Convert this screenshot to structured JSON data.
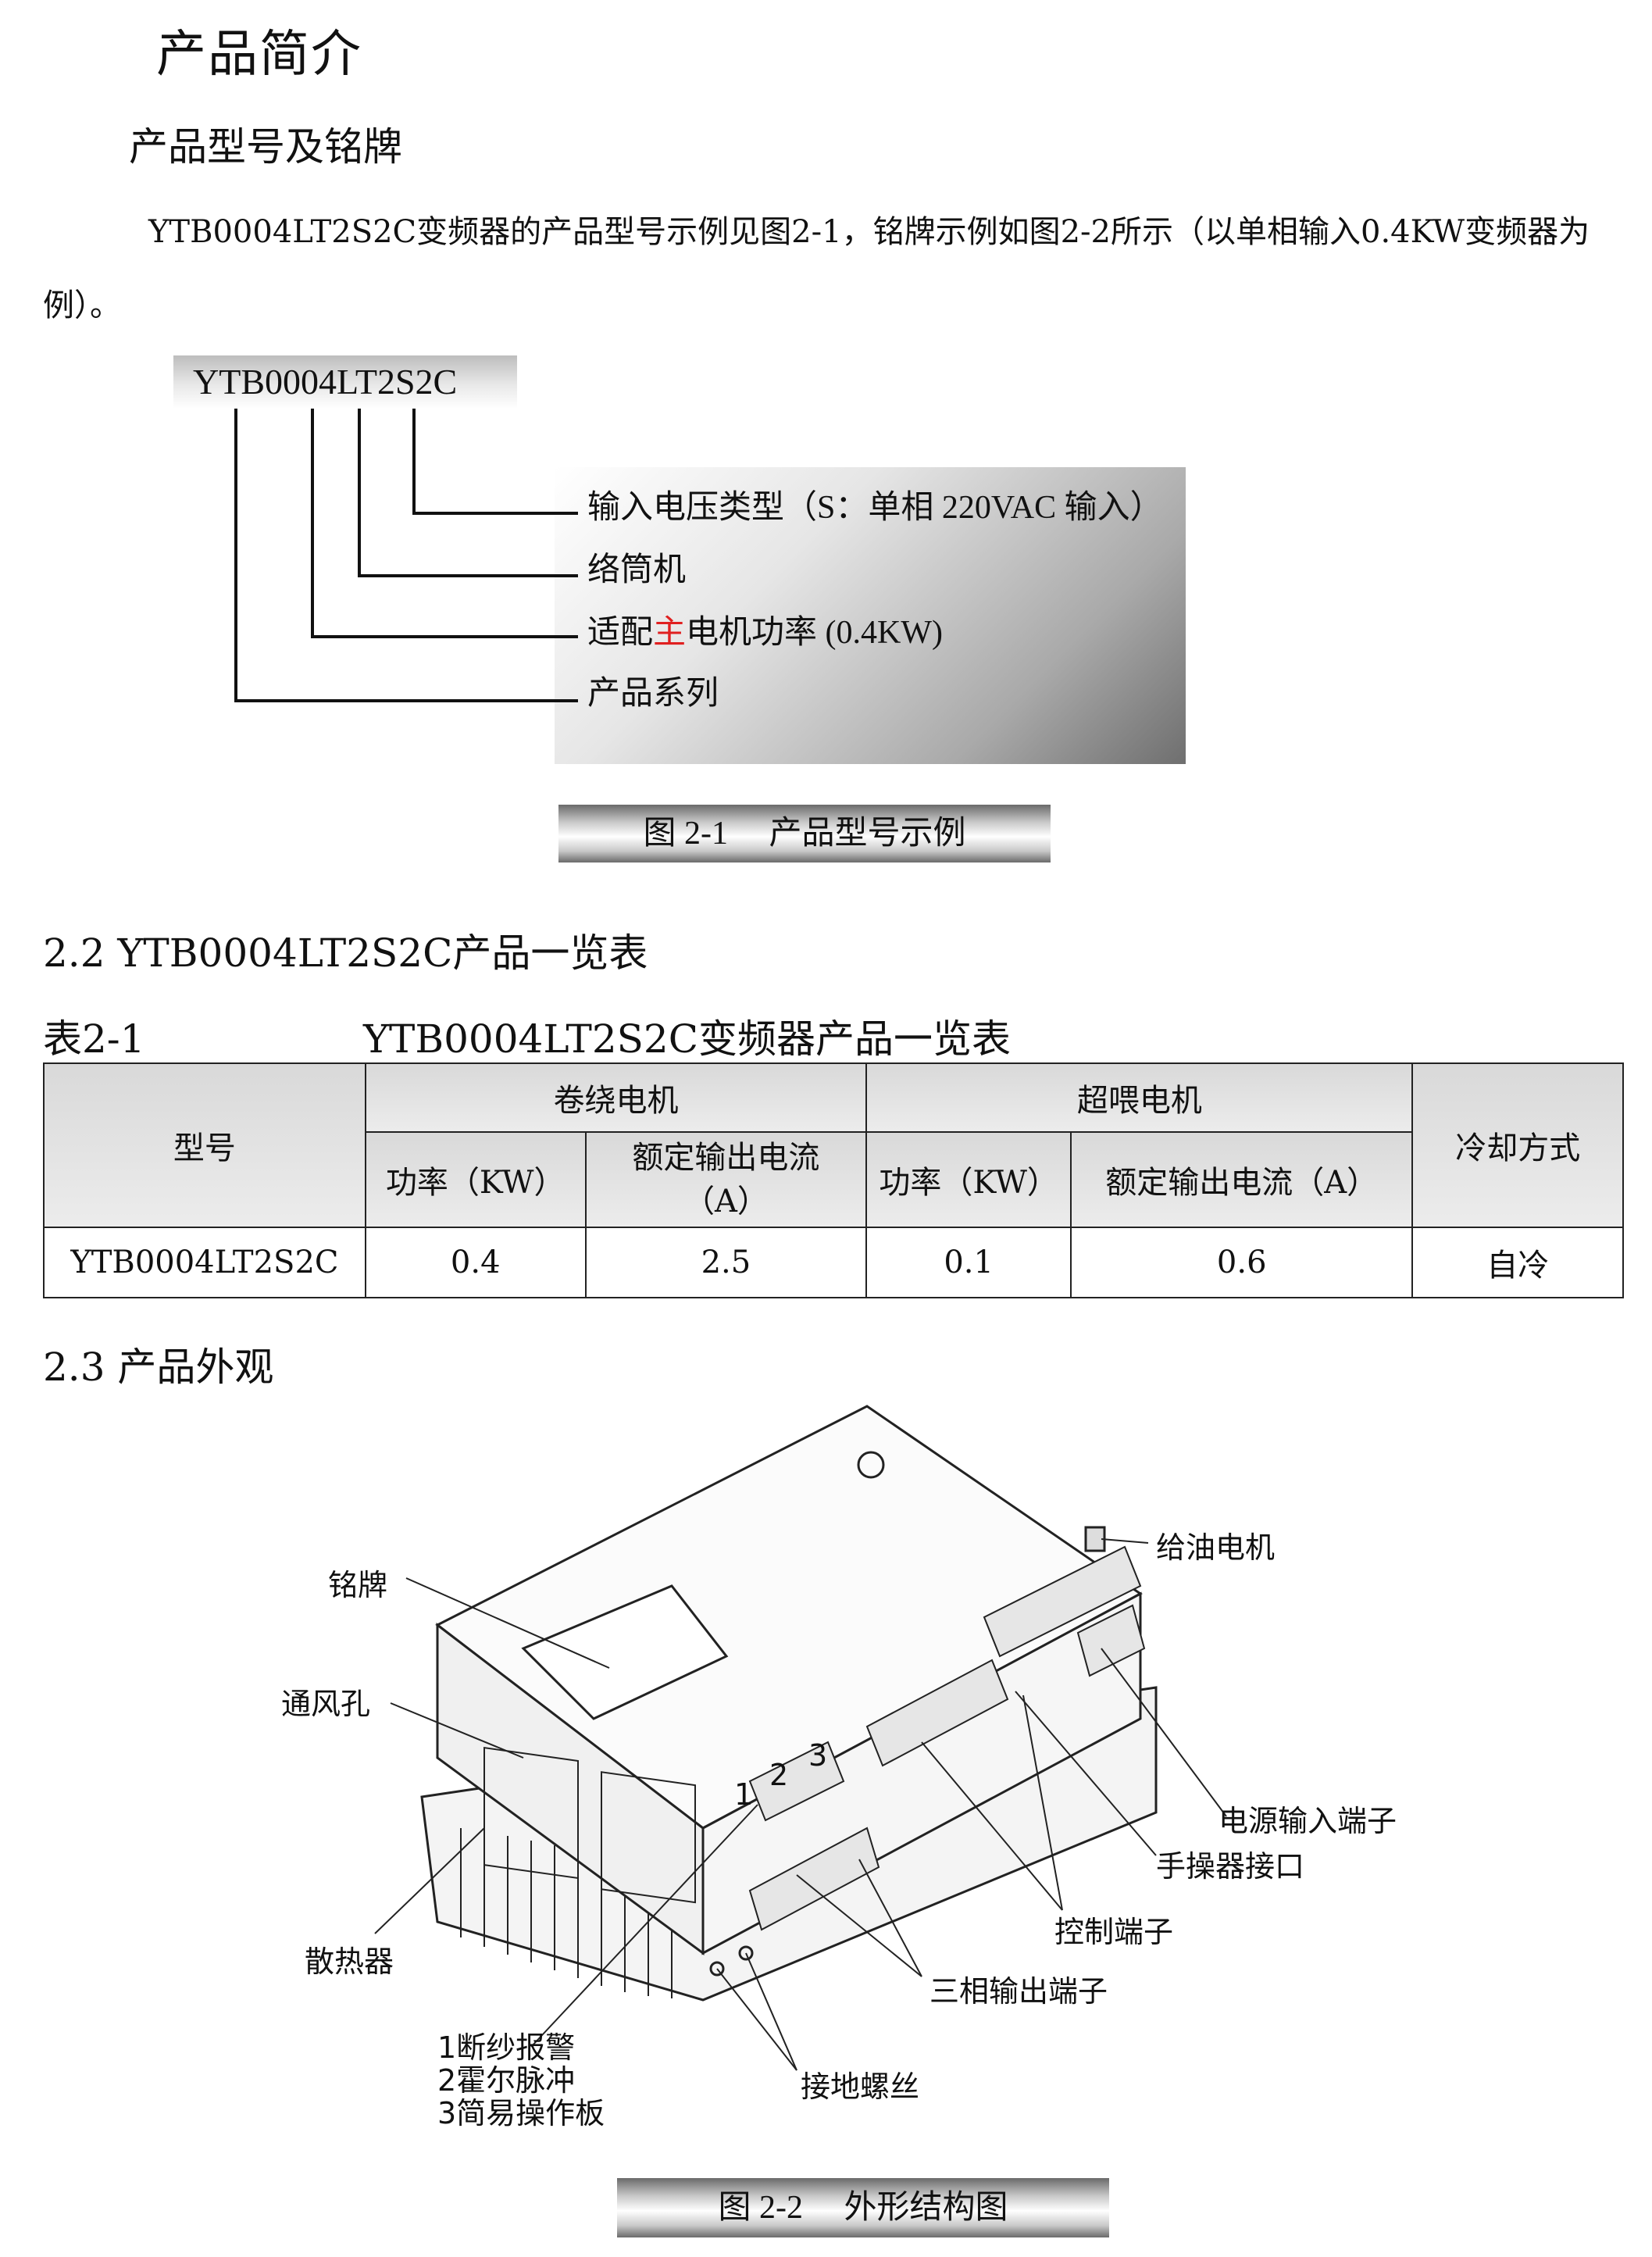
{
  "title": "产品简介",
  "section_model": {
    "heading": "产品型号及铭牌",
    "paragraph": "YTB0004LT2S2C变频器的产品型号示例见图2-1，铭牌示例如图2-2所示（以单相输入0.4KW变频器为例）。"
  },
  "figure1": {
    "model_code": "YTB0004LT2S2C",
    "label_input": "输入电压类型（S：单相 220VAC 输入）",
    "label_machine": "络筒机",
    "label_power_prefix": "适配",
    "label_power_red": "主",
    "label_power_suffix": "电机功率 (0.4KW)",
    "label_series": "产品系列",
    "caption": "图 2-1     产品型号示例",
    "accent_red": "#e02020"
  },
  "section_list": {
    "heading": "2.2 YTB0004LT2S2C产品一览表",
    "table_caption_no": "表2-1",
    "table_caption_title": "YTB0004LT2S2C变频器产品一览表",
    "header": {
      "model": "型号",
      "winding_motor": "卷绕电机",
      "feed_motor": "超喂电机",
      "cooling": "冷却方式",
      "power1": "功率（KW）",
      "current1": "额定输出电流（A）",
      "power2": "功率（KW）",
      "current2": "额定输出电流（A）"
    },
    "row": {
      "model": "YTB0004LT2S2C",
      "power1": "0.4",
      "current1": "2.5",
      "power2": "0.1",
      "current2": "0.6",
      "cooling": "自冷"
    }
  },
  "section_appearance": {
    "heading": "2.3 产品外观",
    "callouts": {
      "nameplate": "铭牌",
      "vent": "通风孔",
      "heatsink": "散热器",
      "oil_motor": "给油电机",
      "power_input": "电源输入端子",
      "hand_interface": "手操器接口",
      "control_terminal": "控制端子",
      "three_phase_out": "三相输出端子",
      "ground_screw": "接地螺丝",
      "num1": "1",
      "num2": "2",
      "num3": "3",
      "legend1": "1断纱报警",
      "legend2": "2霍尔脉冲",
      "legend3": "3简易操作板"
    },
    "caption": "图 2-2     外形结构图"
  }
}
